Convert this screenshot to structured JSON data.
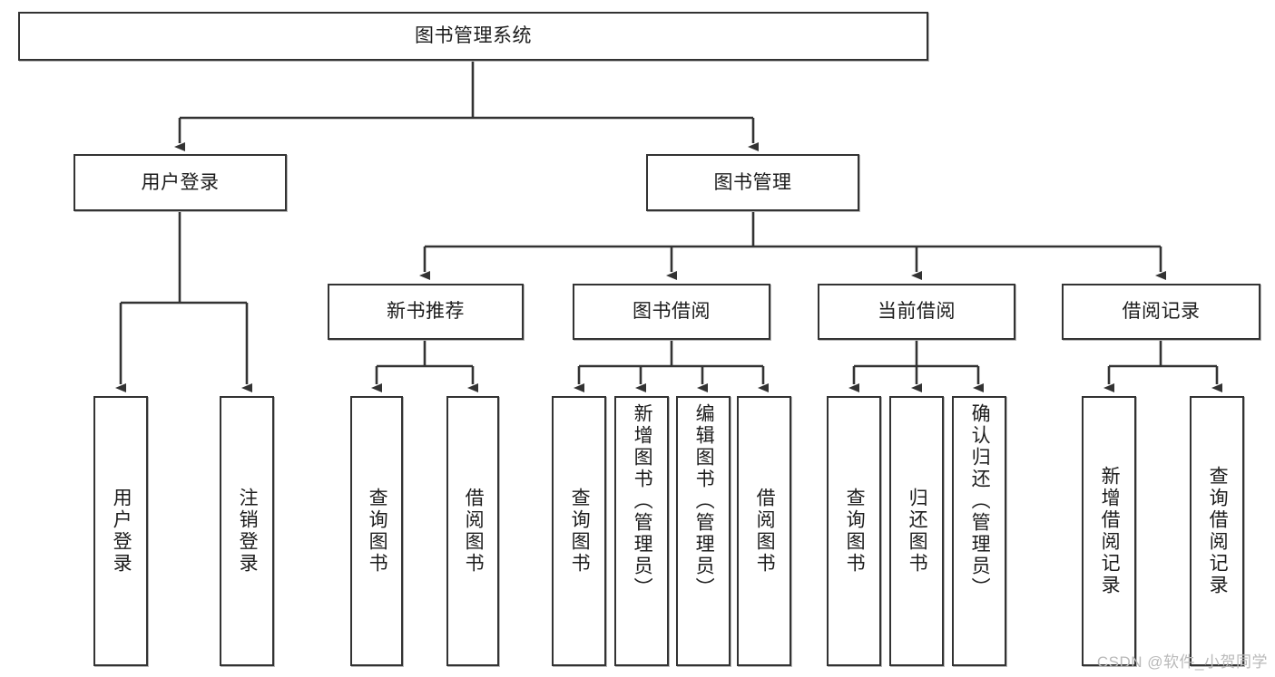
{
  "diagram": {
    "title": "图书管理系统",
    "type": "tree-hierarchy-diagram",
    "colors": {
      "box_border": "#333333",
      "box_fill": "#ffffff",
      "connector": "#333333",
      "text": "#1c1c1c",
      "watermark": "#b9b9b9",
      "background": "#ffffff"
    },
    "nodes": {
      "root": "图书管理系统",
      "level2": {
        "user_login": "用户登录",
        "book_management": "图书管理"
      },
      "level3": {
        "new_book_recommend": "新书推荐",
        "book_borrow": "图书借阅",
        "current_borrow": "当前借阅",
        "borrow_record": "借阅记录"
      },
      "leaves": {
        "user_login_children": [
          "用户登录",
          "注销登录"
        ],
        "new_book_recommend_children": [
          "查询图书",
          "借阅图书"
        ],
        "book_borrow_children": [
          "查询图书",
          "新增图书（管理员）",
          "编辑图书（管理员）",
          "借阅图书"
        ],
        "current_borrow_children": [
          "查询图书",
          "归还图书",
          "确认归还（管理员）"
        ],
        "borrow_record_children": [
          "新增借阅记录",
          "查询借阅记录"
        ]
      }
    },
    "watermark": "CSDN @软件_小贺同学"
  }
}
